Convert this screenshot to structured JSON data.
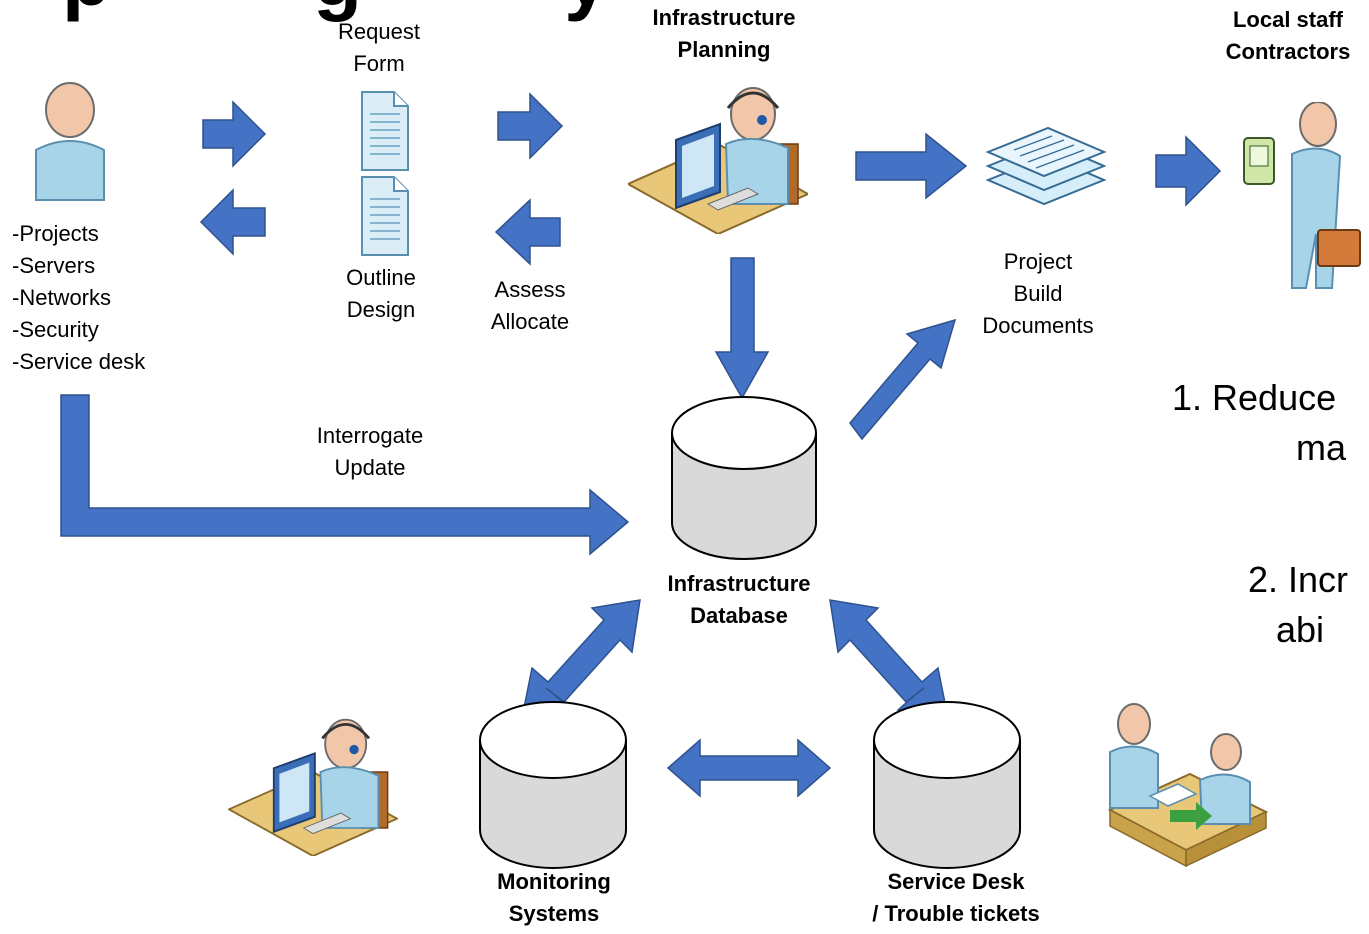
{
  "slide": {
    "title_fragment": "p   g   y",
    "points": [
      "1. Reduce",
      "ma",
      "2. Incr",
      "abi"
    ]
  },
  "nodes": {
    "requester_topics": [
      "-Projects",
      "-Servers",
      "-Networks",
      "-Security",
      "-Service desk"
    ],
    "request_form": [
      "Request",
      "Form"
    ],
    "outline_design": [
      "Outline",
      "Design"
    ],
    "assess_allocate": [
      "Assess",
      "Allocate"
    ],
    "infra_planning": [
      "Infrastructure",
      "Planning"
    ],
    "build_docs": [
      "Project",
      "Build",
      "Documents"
    ],
    "local_staff": [
      "Local staff",
      "Contractors"
    ],
    "interrogate_update": [
      "Interrogate",
      "Update"
    ],
    "infra_db": [
      "Infrastructure",
      "Database"
    ],
    "monitoring": [
      "Monitoring",
      "Systems"
    ],
    "service_desk": [
      "Service Desk",
      "/ Trouble tickets"
    ]
  },
  "colors": {
    "arrow": "#4472c4",
    "arrow_stroke": "#2f528f",
    "db_fill": "#d9d9d9",
    "person": "#a8d4ea",
    "desk": "#e8c878"
  },
  "icons": [
    "user-icon",
    "document-icon",
    "operator-desk-icon",
    "stacked-documents-icon",
    "contractor-icon",
    "database-icon",
    "meeting-icon"
  ]
}
